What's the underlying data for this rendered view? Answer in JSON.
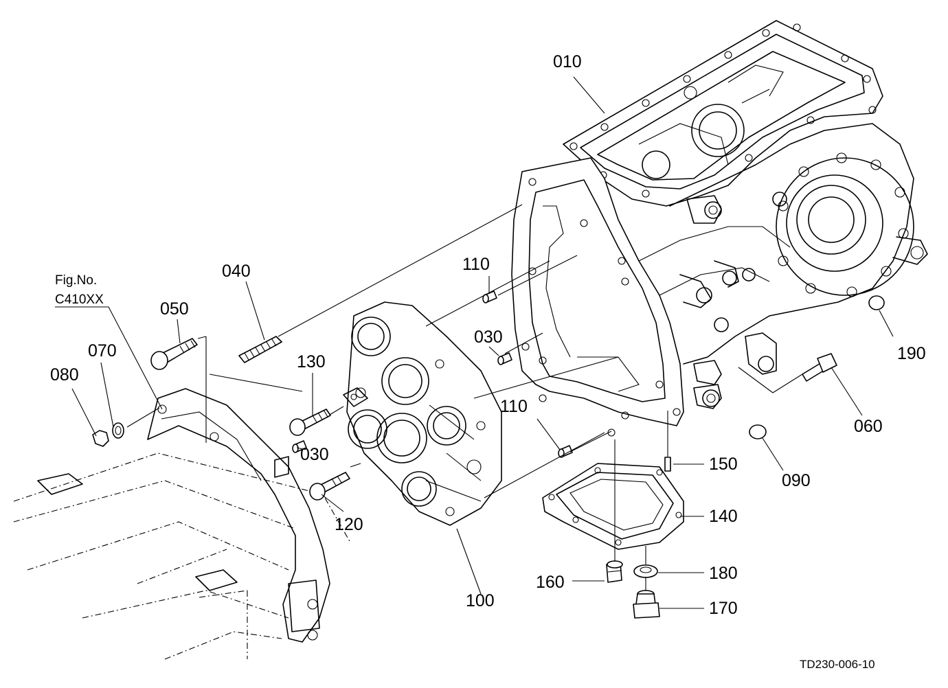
{
  "figure_ref": {
    "line1": "Fig.No.",
    "line2": "C410XX"
  },
  "drawing_code": "TD230-006-10",
  "part_labels": {
    "p010": "010",
    "p030a": "030",
    "p030b": "030",
    "p040": "040",
    "p050": "050",
    "p060": "060",
    "p070": "070",
    "p080": "080",
    "p090": "090",
    "p100": "100",
    "p110a": "110",
    "p110b": "110",
    "p120": "120",
    "p130": "130",
    "p140": "140",
    "p150": "150",
    "p160": "160",
    "p170": "170",
    "p180": "180",
    "p190": "190"
  }
}
